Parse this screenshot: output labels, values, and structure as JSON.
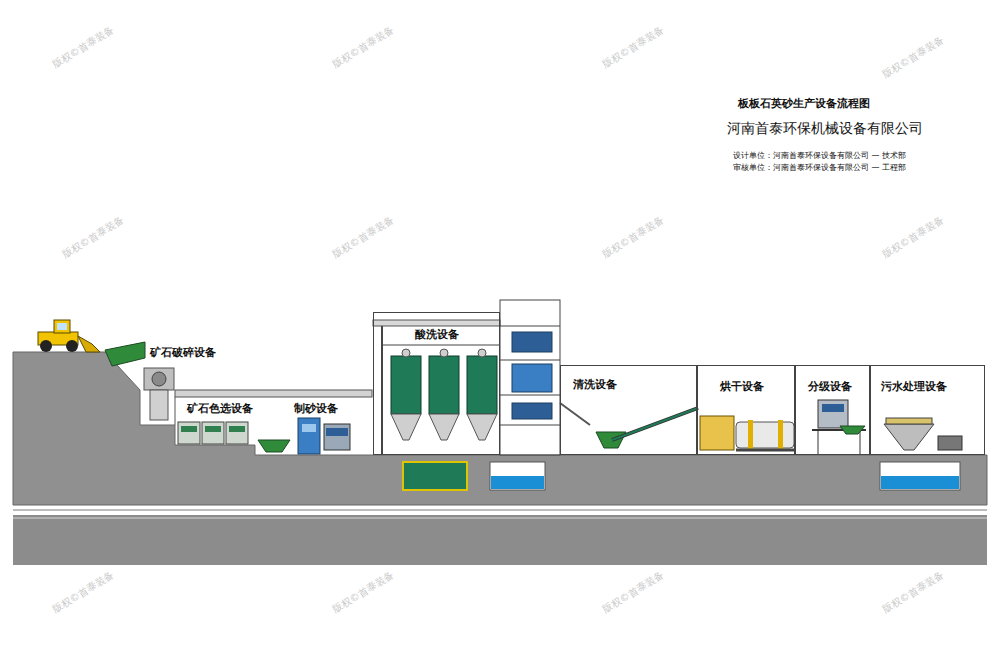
{
  "diagram": {
    "title": "板板石英砂生产设备流程图",
    "nodes": [
      {
        "text": [
          "酸洗设备"
        ]
      },
      {
        "text": [
          "清洗设备"
        ]
      },
      {
        "text": [
          "烘干设备"
        ]
      },
      {
        "text": [
          "分级设备"
        ]
      },
      {
        "text": [
          "污水处理设备"
        ]
      }
    ],
    "labels": [
      "河南首泰环保机械设备有限公司",
      "设计单位：河南首泰环保设备有限公司 — 技术部",
      "审核单位：河南首泰环保设备有限公司 — 工程部",
      "矿石破碎设备",
      "矿石色选设备",
      "制砂设备",
      "版权©首泰装备",
      "版权©首泰装备",
      "版权©首泰装备",
      "版权©首泰装备",
      "版权©首泰装备",
      "版权©首泰装备",
      "版权©首泰装备",
      "版权©首泰装备",
      "版权©首泰装备",
      "版权©首泰装备",
      "版权©首泰装备",
      "版权©首泰装备"
    ]
  }
}
